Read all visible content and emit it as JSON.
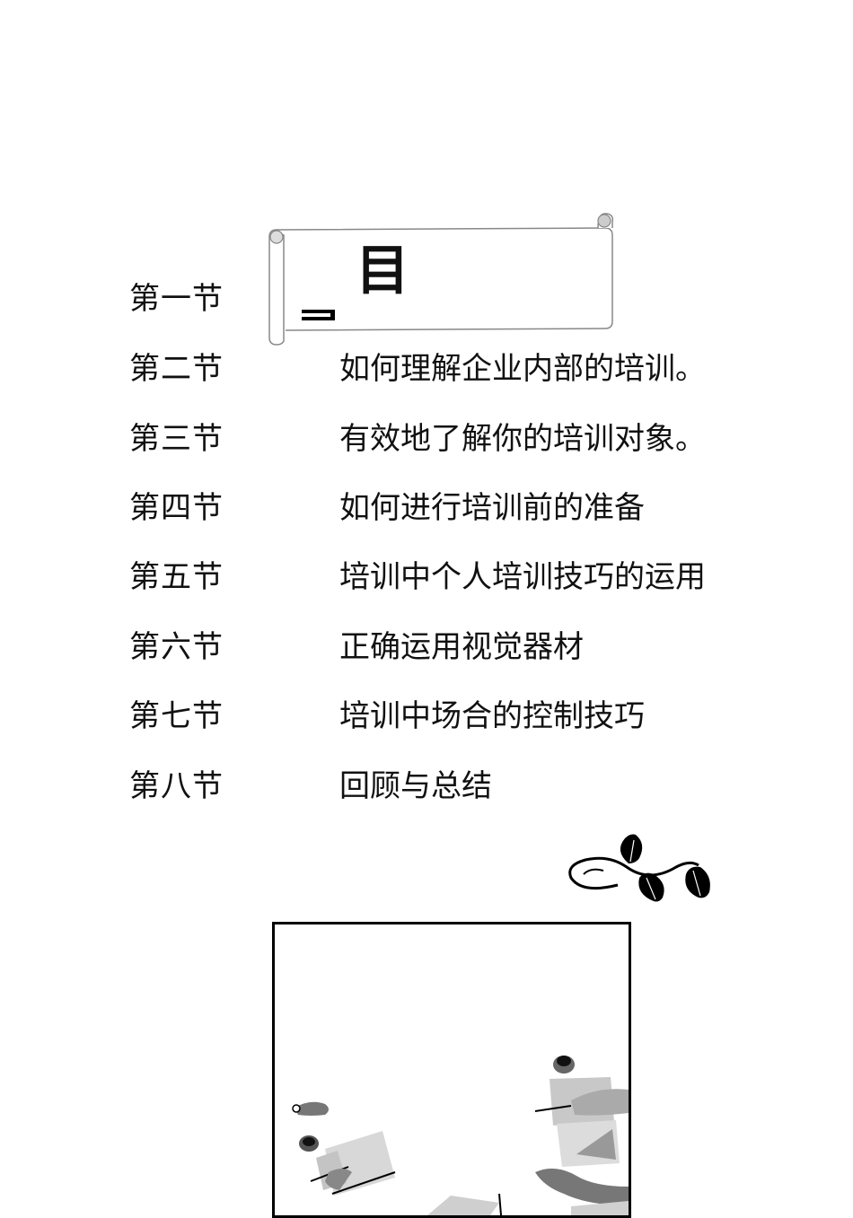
{
  "header": {
    "title": "目"
  },
  "toc": [
    {
      "section": "第一节",
      "title": ""
    },
    {
      "section": "第二节",
      "title": "如何理解企业内部的培训。"
    },
    {
      "section": "第三节",
      "title": "有效地了解你的培训对象。"
    },
    {
      "section": "第四节",
      "title": "如何进行培训前的准备"
    },
    {
      "section": "第五节",
      "title": "培训中个人培训技巧的运用"
    },
    {
      "section": "第六节",
      "title": "正确运用视觉器材"
    },
    {
      "section": "第七节",
      "title": "培训中场合的控制技巧"
    },
    {
      "section": "第八节",
      "title": "回顾与总结"
    }
  ],
  "decorations": {
    "scroll_icon": "paper-scroll-banner",
    "vine_icon": "leaf-vine-ornament",
    "illustration": "meeting-table-top-view"
  }
}
